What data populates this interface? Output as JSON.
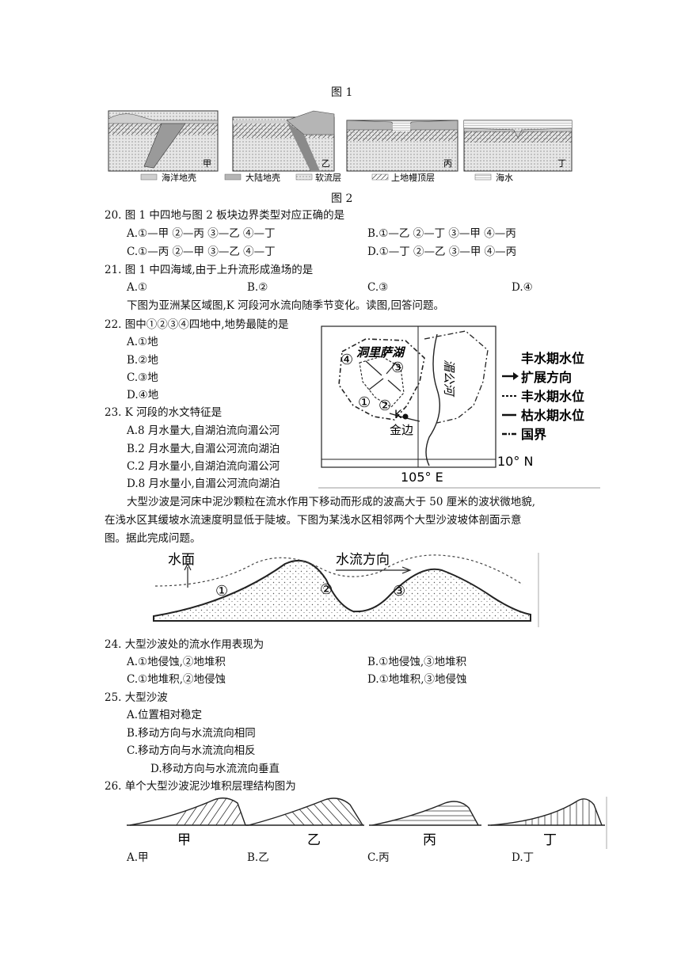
{
  "fig1": {
    "caption": "图 1"
  },
  "fig2": {
    "caption": "图 2",
    "panel_labels": [
      "甲",
      "乙",
      "丙",
      "丁"
    ],
    "legend": [
      "海洋地壳",
      "大陆地壳",
      "软流层",
      "上地幔顶层",
      "海水"
    ]
  },
  "q20": {
    "stem": "20.  图 1 中四地与图 2 板块边界类型对应正确的是",
    "A": "A.①—甲 ②—丙 ③—乙 ④—丁",
    "B": "B.①—乙 ②—丁 ③—甲 ④—丙",
    "C": "C.①—丙 ②—甲 ③—乙 ④—丁",
    "D": "D.①—丁 ②—乙 ③—甲 ④—丙"
  },
  "q21": {
    "stem": "21.  图 1 中四海域,由于上升流形成渔场的是",
    "A": "A.①",
    "B": "B.②",
    "C": "C.③",
    "D": "D.④"
  },
  "intro_map": "下图为亚洲某区域图,K 河段河水流向随季节变化。读图,回答问题。",
  "q22": {
    "stem": "22.  图中①②③④四地中,地势最陡的是",
    "A": "A.①地",
    "B": "B.②地",
    "C": "C.③地",
    "D": "D.④地"
  },
  "q23": {
    "stem": "23. K 河段的水文特征是",
    "A": "A.8 月水量大,自湖泊流向湄公河",
    "B": "B.2 月水量大,自湄公河流向湖泊",
    "C": "C.2 月水量小,自湖泊流向湄公河",
    "D": "D.8 月水量小,自湄公河流向湖泊"
  },
  "map": {
    "lake_label": "洞里萨湖",
    "river_label": "湄公河",
    "k_label": "K",
    "town_label": "金边",
    "markers": [
      "①",
      "②",
      "③",
      "④"
    ],
    "lat_label": "10° N",
    "lon_label": "105° E",
    "legend": [
      "丰水期水位",
      "扩展方向",
      "丰水期水位",
      "枯水期水位",
      "国界"
    ]
  },
  "intro_sand": {
    "line1": "大型沙波是河床中泥沙颗粒在流水作用下移动而形成的波高大于 50 厘米的波状微地貌,",
    "line2": "在浅水区其缓坡水流速度明显低于陡坡。下图为某浅水区相邻两个大型沙波坡体剖面示意",
    "line3": "图。据此完成问题。"
  },
  "sand_fig": {
    "water_label": "水面",
    "flow_label": "水流方向",
    "markers": [
      "①",
      "②",
      "③"
    ]
  },
  "q24": {
    "stem": "24.  大型沙波处的流水作用表现为",
    "A": "A.①地侵蚀,②地堆积",
    "B": "B.①地侵蚀,③地堆积",
    "C": "C.①地堆积,②地侵蚀",
    "D": "D.①地堆积,③地侵蚀"
  },
  "q25": {
    "stem": "25.  大型沙波",
    "A": "A.位置相对稳定",
    "B": "B.移动方向与水流流向相同",
    "C": "C.移动方向与水流流向相反",
    "D": "D.移动方向与水流流向垂直"
  },
  "q26": {
    "stem": "26.  单个大型沙波泥沙堆积层理结构图为",
    "labels": [
      "甲",
      "乙",
      "丙",
      "丁"
    ],
    "A": "A.甲",
    "B": "B.乙",
    "C": "C.丙",
    "D": "D.丁"
  }
}
